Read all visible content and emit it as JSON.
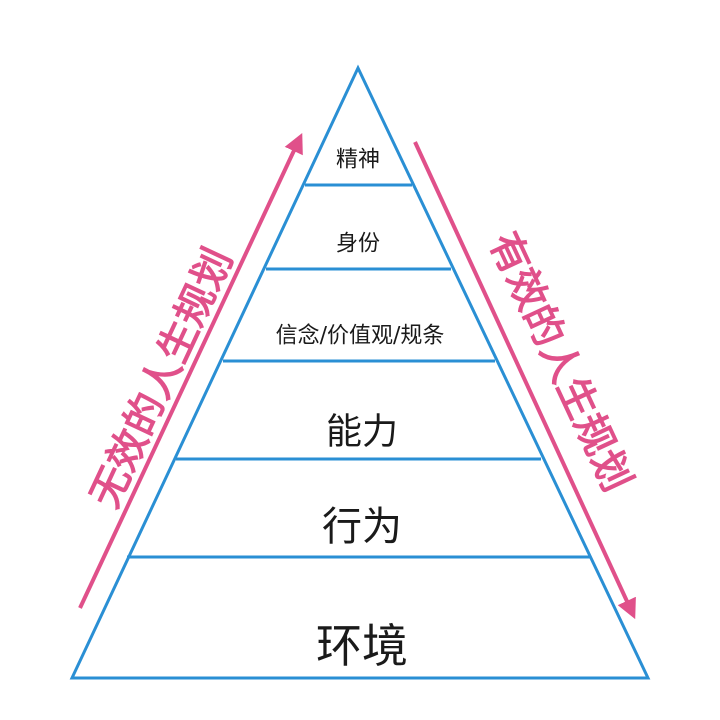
{
  "pyramid": {
    "levels": [
      {
        "label": "精神"
      },
      {
        "label": "身份"
      },
      {
        "label": "信念/价值观/规条"
      },
      {
        "label": "能力"
      },
      {
        "label": "行为"
      },
      {
        "label": "环境"
      }
    ],
    "line_color": "#2a8fd4"
  },
  "left_arrow": {
    "label": "无效的人生规划",
    "color": "#e0508a",
    "direction": "up"
  },
  "right_arrow": {
    "label": "有效的人生规划",
    "color": "#e0508a",
    "text_color": "#1e6fa8",
    "direction": "down"
  }
}
